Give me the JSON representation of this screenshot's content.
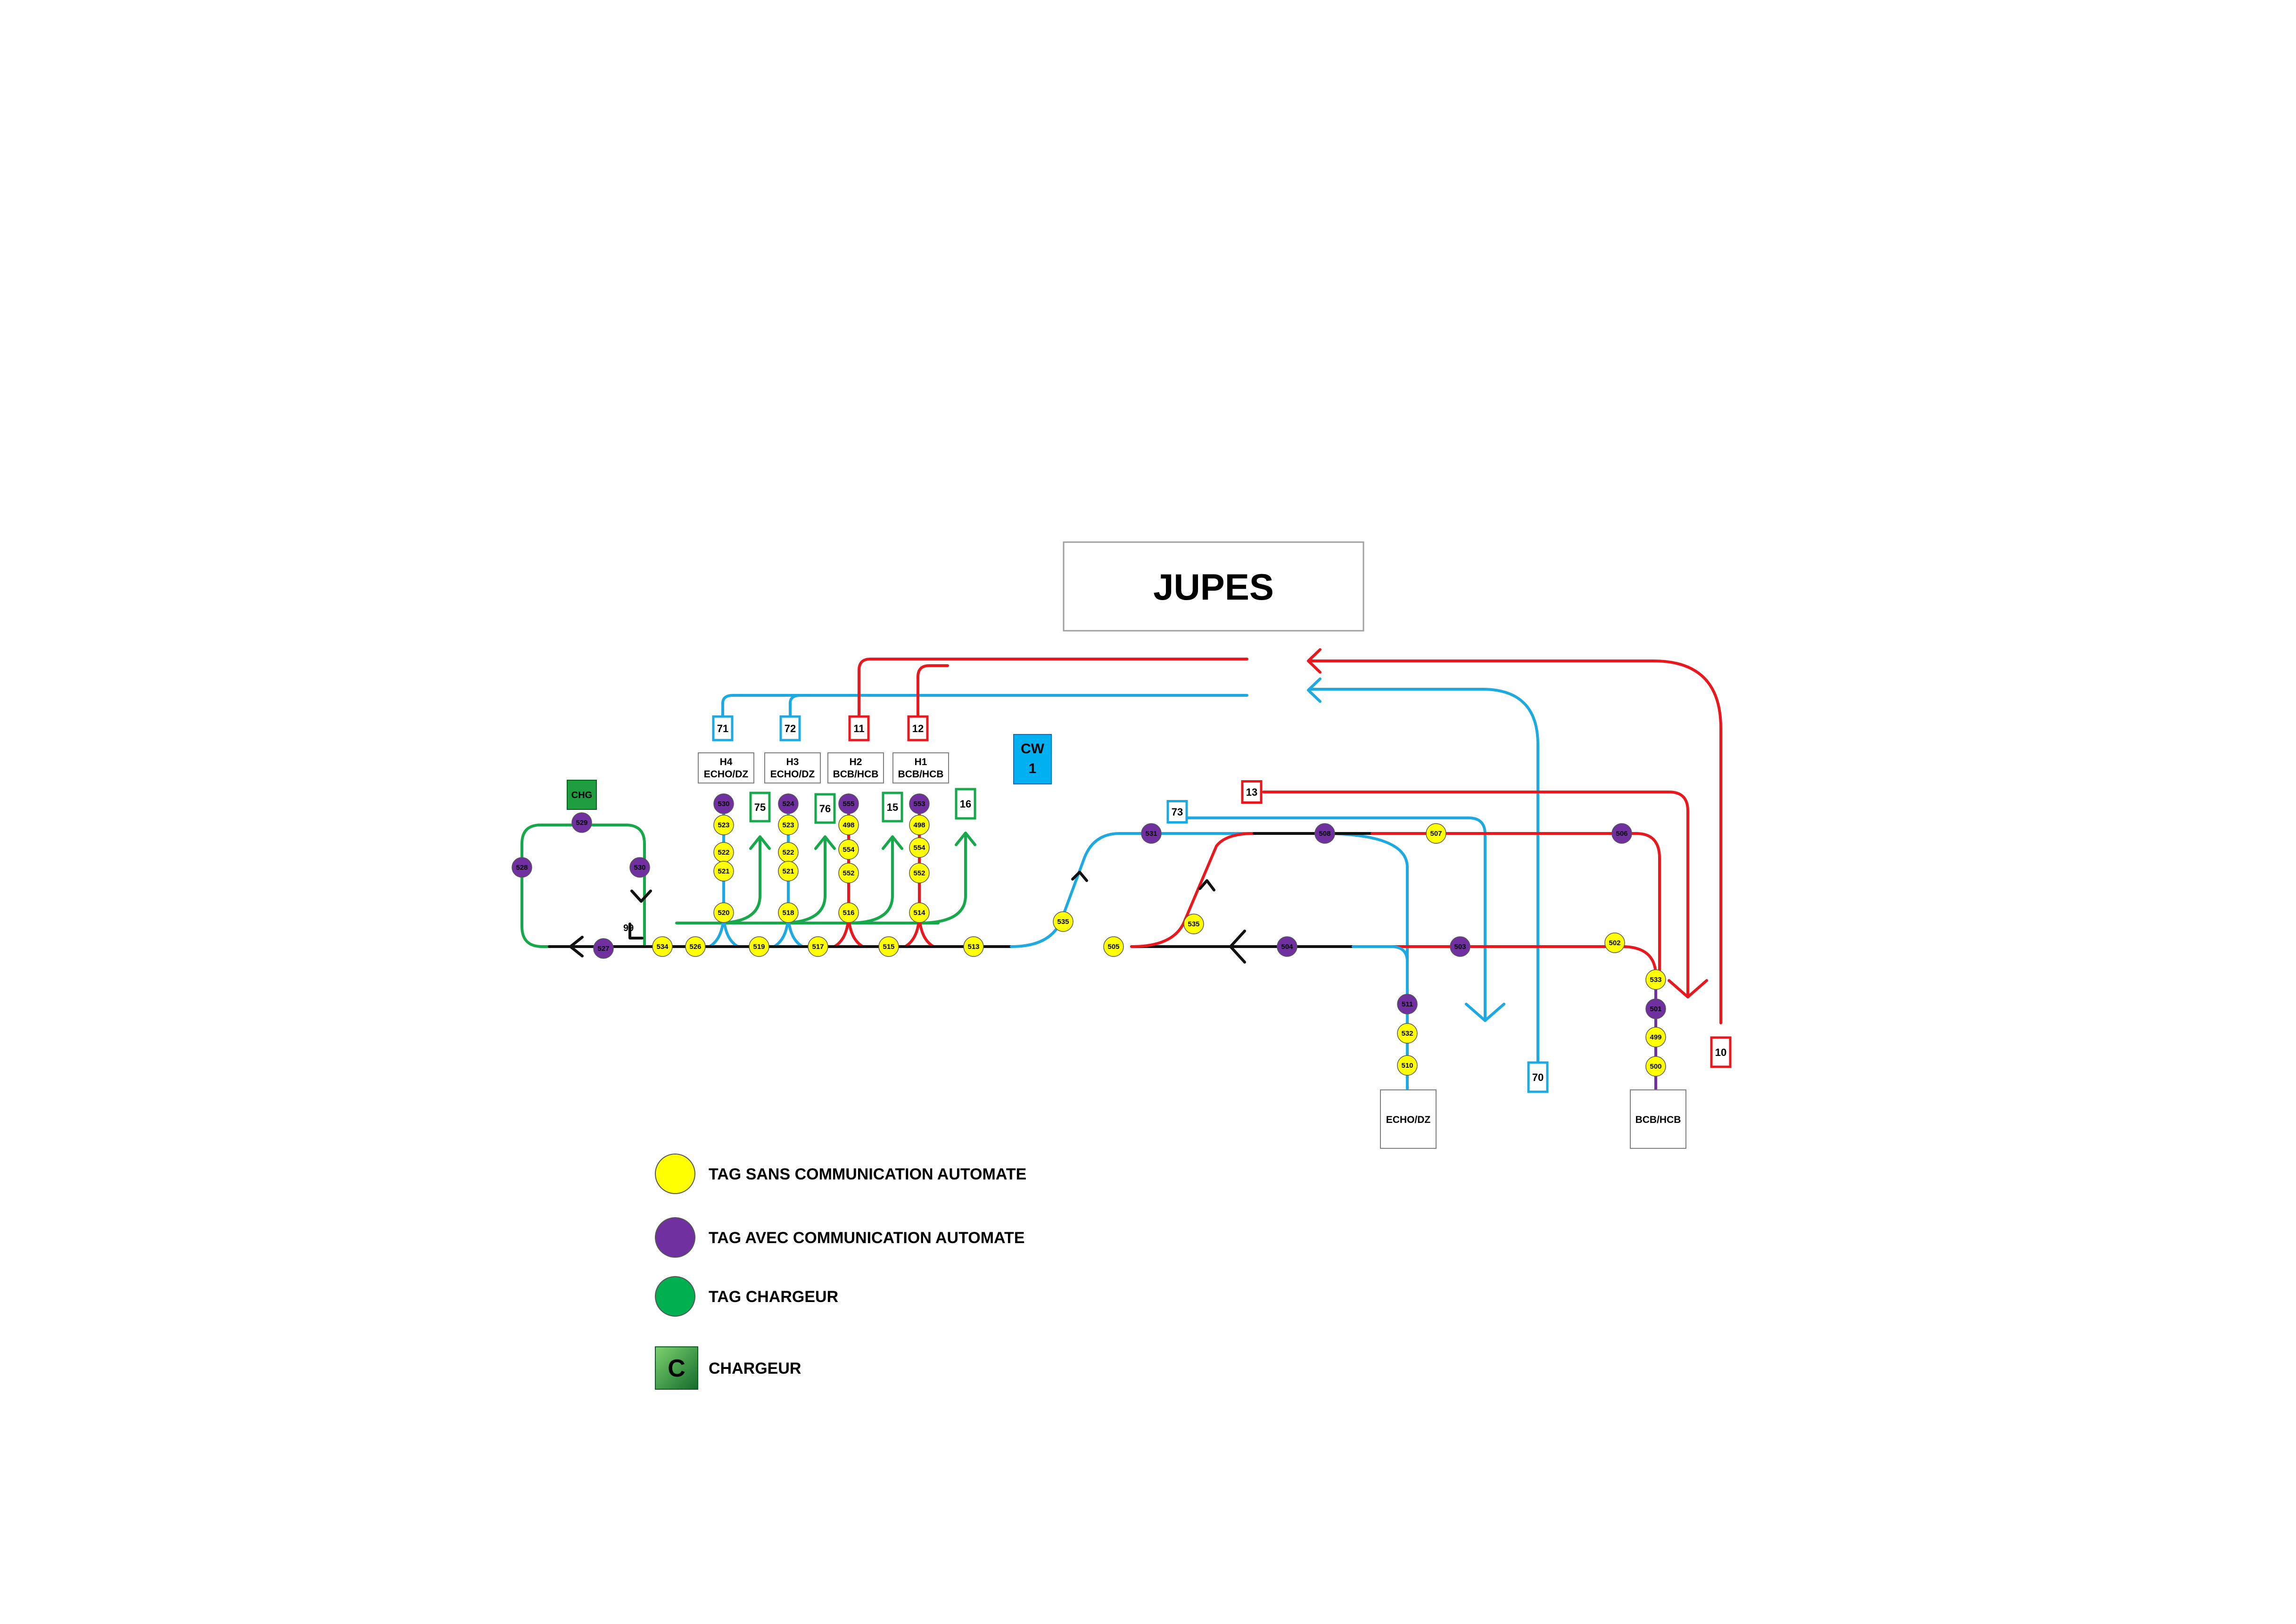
{
  "title": "JUPES",
  "colors": {
    "red": "#e8191e",
    "blue": "#1fa9e1",
    "green": "#17a84b",
    "black": "#111111",
    "tag_yellow": "#ffff00",
    "tag_purple": "#7030a0",
    "tag_green": "#00b050",
    "cw_blue": "#00b0f0",
    "charger_green": "#1e9e3e"
  },
  "cw": {
    "line1": "CW",
    "line2": "1"
  },
  "charger_label": "CHG",
  "misc_label": "99",
  "stations": [
    {
      "id": "h4",
      "line1": "H4",
      "line2": "ECHO/DZ"
    },
    {
      "id": "h3",
      "line1": "H3",
      "line2": "ECHO/DZ"
    },
    {
      "id": "h2",
      "line1": "H2",
      "line2": "BCB/HCB"
    },
    {
      "id": "h1",
      "line1": "H1",
      "line2": "BCB/HCB"
    },
    {
      "id": "echo",
      "line1": "ECHO/DZ",
      "line2": ""
    },
    {
      "id": "bcb",
      "line1": "BCB/HCB",
      "line2": ""
    }
  ],
  "badges": [
    {
      "label": "71",
      "color": "blue"
    },
    {
      "label": "72",
      "color": "blue"
    },
    {
      "label": "11",
      "color": "red"
    },
    {
      "label": "12",
      "color": "red"
    },
    {
      "label": "75",
      "color": "green"
    },
    {
      "label": "76",
      "color": "green"
    },
    {
      "label": "15",
      "color": "green"
    },
    {
      "label": "16",
      "color": "green"
    },
    {
      "label": "73",
      "color": "blue"
    },
    {
      "label": "13",
      "color": "red"
    },
    {
      "label": "70",
      "color": "blue"
    },
    {
      "label": "10",
      "color": "red"
    }
  ],
  "tags": [
    {
      "label": "530",
      "kind": "purple"
    },
    {
      "label": "523",
      "kind": "yellow"
    },
    {
      "label": "522",
      "kind": "yellow"
    },
    {
      "label": "521",
      "kind": "yellow"
    },
    {
      "label": "520",
      "kind": "yellow"
    },
    {
      "label": "524",
      "kind": "purple"
    },
    {
      "label": "523",
      "kind": "yellow"
    },
    {
      "label": "522",
      "kind": "yellow"
    },
    {
      "label": "521",
      "kind": "yellow"
    },
    {
      "label": "518",
      "kind": "yellow"
    },
    {
      "label": "555",
      "kind": "purple"
    },
    {
      "label": "498",
      "kind": "yellow"
    },
    {
      "label": "554",
      "kind": "yellow"
    },
    {
      "label": "552",
      "kind": "yellow"
    },
    {
      "label": "516",
      "kind": "yellow"
    },
    {
      "label": "553",
      "kind": "purple"
    },
    {
      "label": "498",
      "kind": "yellow"
    },
    {
      "label": "554",
      "kind": "yellow"
    },
    {
      "label": "552",
      "kind": "yellow"
    },
    {
      "label": "514",
      "kind": "yellow"
    },
    {
      "label": "529",
      "kind": "purple"
    },
    {
      "label": "528",
      "kind": "purple"
    },
    {
      "label": "530",
      "kind": "purple"
    },
    {
      "label": "527",
      "kind": "purple"
    },
    {
      "label": "534",
      "kind": "yellow"
    },
    {
      "label": "526",
      "kind": "yellow"
    },
    {
      "label": "519",
      "kind": "yellow"
    },
    {
      "label": "517",
      "kind": "yellow"
    },
    {
      "label": "515",
      "kind": "yellow"
    },
    {
      "label": "513",
      "kind": "yellow"
    },
    {
      "label": "535",
      "kind": "yellow"
    },
    {
      "label": "505",
      "kind": "yellow"
    },
    {
      "label": "535",
      "kind": "yellow"
    },
    {
      "label": "531",
      "kind": "purple"
    },
    {
      "label": "508",
      "kind": "purple"
    },
    {
      "label": "507",
      "kind": "yellow"
    },
    {
      "label": "506",
      "kind": "purple"
    },
    {
      "label": "504",
      "kind": "purple"
    },
    {
      "label": "503",
      "kind": "purple"
    },
    {
      "label": "502",
      "kind": "yellow"
    },
    {
      "label": "511",
      "kind": "purple"
    },
    {
      "label": "532",
      "kind": "yellow"
    },
    {
      "label": "510",
      "kind": "yellow"
    },
    {
      "label": "533",
      "kind": "yellow"
    },
    {
      "label": "501",
      "kind": "purple"
    },
    {
      "label": "499",
      "kind": "yellow"
    },
    {
      "label": "500",
      "kind": "yellow"
    }
  ],
  "legend": [
    {
      "label": "TAG SANS COMMUNICATION AUTOMATE",
      "kind": "yellow-circle"
    },
    {
      "label": "TAG AVEC COMMUNICATION AUTOMATE",
      "kind": "purple-circle"
    },
    {
      "label": "TAG CHARGEUR",
      "kind": "green-circle"
    },
    {
      "label": "CHARGEUR",
      "kind": "charger-square",
      "glyph": "C"
    }
  ]
}
